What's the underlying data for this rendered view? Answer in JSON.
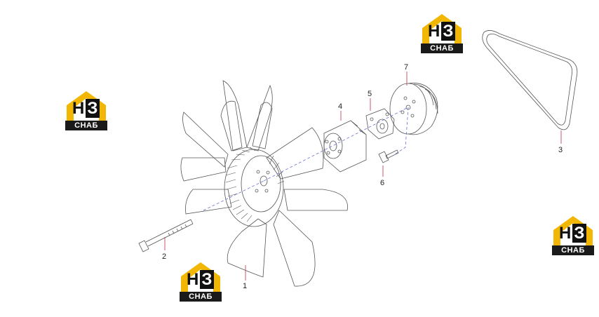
{
  "callouts": [
    {
      "id": "fan",
      "label": "1"
    },
    {
      "id": "fan-bolt",
      "label": "2"
    },
    {
      "id": "v-belt",
      "label": "3"
    },
    {
      "id": "spacer",
      "label": "4"
    },
    {
      "id": "hub",
      "label": "5"
    },
    {
      "id": "pulley-bolt",
      "label": "6"
    },
    {
      "id": "pulley",
      "label": "7"
    }
  ],
  "watermark": {
    "top_text": "H",
    "top_text_inverse": "З",
    "band_text": "СНАБ",
    "colors": {
      "roof": "#f2b705",
      "dark": "#1a1a1a"
    }
  },
  "colors": {
    "line": "#555555",
    "leader": "#c0304a",
    "axis": "#5060d0"
  }
}
